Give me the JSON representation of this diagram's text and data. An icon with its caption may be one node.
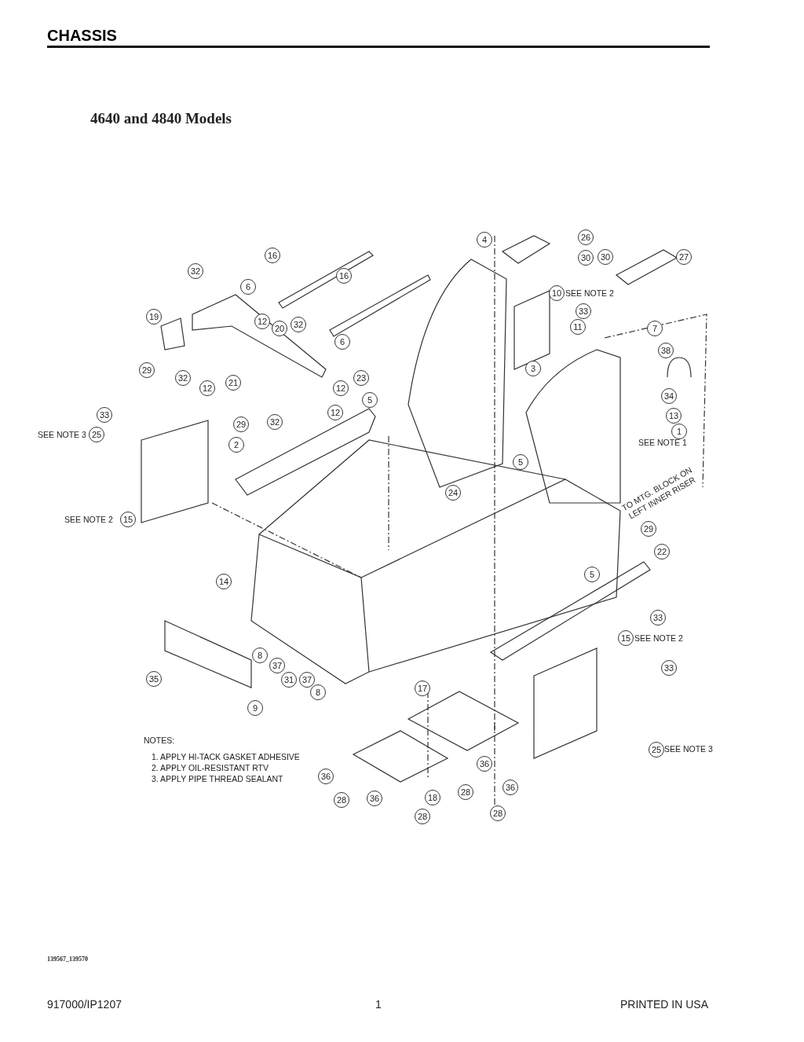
{
  "diagram": {
    "title": "CHASSIS",
    "labels": [
      "4640 and 4840 Models",
      "4",
      "26",
      "16",
      "30",
      "30",
      "27",
      "32",
      "16",
      "6",
      "10",
      "SEE NOTE 2",
      "33",
      "19",
      "12",
      "20",
      "32",
      "11",
      "7",
      "6",
      "38",
      "29",
      "3",
      "32",
      "12",
      "21",
      "12",
      "23",
      "5",
      "34",
      "33",
      "29",
      "32",
      "12",
      "13",
      "SEE NOTE 3",
      "25",
      "2",
      "SEE NOTE 1",
      "1",
      "5",
      "24",
      "TO MTG. BLOCK ON LEFT INNER RISER",
      "SEE NOTE 2",
      "15",
      "29",
      "22",
      "14",
      "5",
      "33",
      "15",
      "SEE NOTE 2",
      "8",
      "37",
      "33",
      "35",
      "31",
      "37",
      "8",
      "17",
      "9",
      "NOTES:",
      "25",
      "SEE NOTE 3",
      "1. APPLY HI-TACK GASKET ADHESIVE",
      "2. APPLY OIL-RESISTANT RTV",
      "36",
      "3. APPLY PIPE THREAD SEALANT",
      "36",
      "28",
      "36",
      "18",
      "28",
      "36",
      "28",
      "28",
      "139567_139570",
      "917000/IP1207",
      "1",
      "PRINTED IN USA"
    ]
  }
}
